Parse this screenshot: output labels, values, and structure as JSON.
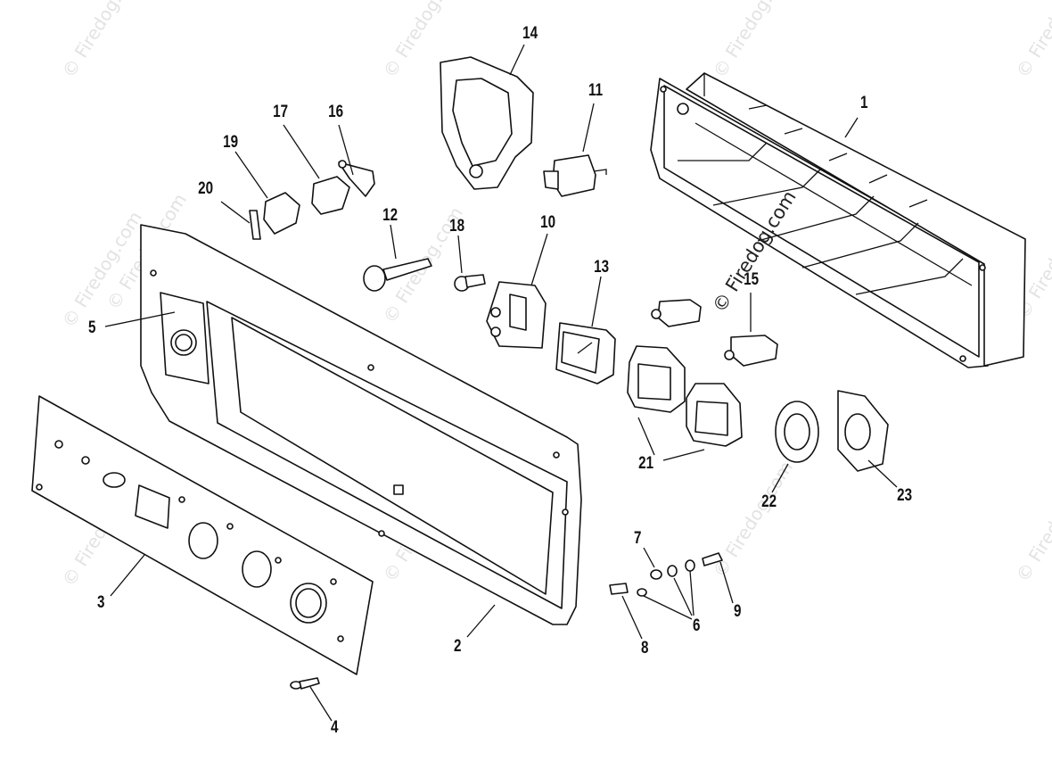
{
  "watermark": {
    "text": "© Firedog.com",
    "color": "#e3e3e3"
  },
  "callouts": [
    {
      "id": "1",
      "label": "1"
    },
    {
      "id": "2",
      "label": "2"
    },
    {
      "id": "3",
      "label": "3"
    },
    {
      "id": "4",
      "label": "4"
    },
    {
      "id": "5",
      "label": "5"
    },
    {
      "id": "6",
      "label": "6"
    },
    {
      "id": "7",
      "label": "7"
    },
    {
      "id": "8",
      "label": "8"
    },
    {
      "id": "9",
      "label": "9"
    },
    {
      "id": "10",
      "label": "10"
    },
    {
      "id": "11",
      "label": "11"
    },
    {
      "id": "12",
      "label": "12"
    },
    {
      "id": "13",
      "label": "13"
    },
    {
      "id": "14",
      "label": "14"
    },
    {
      "id": "15",
      "label": "15"
    },
    {
      "id": "16",
      "label": "16"
    },
    {
      "id": "17",
      "label": "17"
    },
    {
      "id": "18",
      "label": "18"
    },
    {
      "id": "19",
      "label": "19"
    },
    {
      "id": "20",
      "label": "20"
    },
    {
      "id": "21",
      "label": "21"
    },
    {
      "id": "22",
      "label": "22"
    },
    {
      "id": "23",
      "label": "23"
    }
  ]
}
